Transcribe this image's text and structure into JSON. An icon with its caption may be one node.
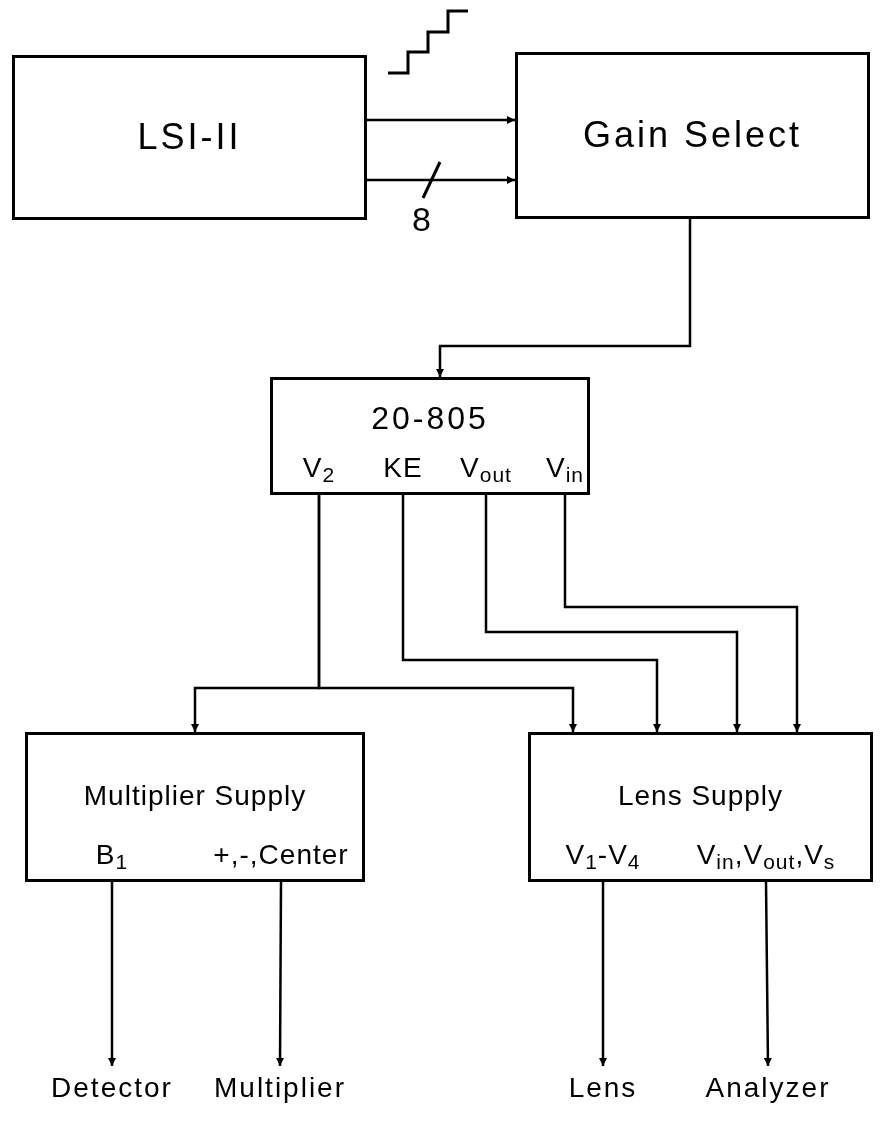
{
  "diagram": {
    "nodes": [
      {
        "text": [
          "LSI-II"
        ]
      },
      {
        "text": [
          "Gain Select"
        ]
      },
      {
        "text": [
          "20-805"
        ]
      },
      {
        "text": [
          "V$_{2}$"
        ],
        "in": 2
      },
      {
        "text": [
          "KE"
        ],
        "in": 2
      },
      {
        "text": [
          "V$_{out}$"
        ],
        "in": 2
      },
      {
        "text": [
          "V$_{in}$"
        ],
        "in": 2
      },
      {
        "text": [
          "Multiplier Supply"
        ]
      },
      {
        "text": [
          "B$_{1}$"
        ],
        "in": 7
      },
      {
        "text": [
          "+,-,Center"
        ],
        "in": 7
      },
      {
        "text": [
          "Lens Supply"
        ]
      },
      {
        "text": [
          "V$_{1}$-V$_{4}$"
        ],
        "in": 10
      },
      {
        "text": [
          "V$_{in}$,V$_{out}$,V$_{s}$"
        ],
        "in": 10
      },
      {
        "text": [
          "Detector"
        ]
      },
      {
        "text": [
          "Multiplier"
        ]
      },
      {
        "text": [
          "Lens"
        ]
      },
      {
        "text": [
          "Analyzer"
        ]
      }
    ],
    "edges": [
      {
        "from": 0,
        "to": 1,
        "arrow": "to"
      },
      {
        "from": 0,
        "to": 1,
        "arrow": "to",
        "label": "8"
      },
      {
        "from": 1,
        "to": 2,
        "arrow": "to"
      },
      {
        "from": 3,
        "to": 7,
        "arrow": "to"
      },
      {
        "from": 3,
        "to": 10,
        "arrow": "to"
      },
      {
        "from": 4,
        "to": 10,
        "arrow": "to"
      },
      {
        "from": 5,
        "to": 10,
        "arrow": "to"
      },
      {
        "from": 6,
        "to": 10,
        "arrow": "to"
      },
      {
        "from": 8,
        "to": 13,
        "arrow": "to"
      },
      {
        "from": 9,
        "to": 14,
        "arrow": "to"
      },
      {
        "from": 11,
        "to": 15,
        "arrow": "to"
      },
      {
        "from": 12,
        "to": 16,
        "arrow": "to"
      }
    ]
  }
}
